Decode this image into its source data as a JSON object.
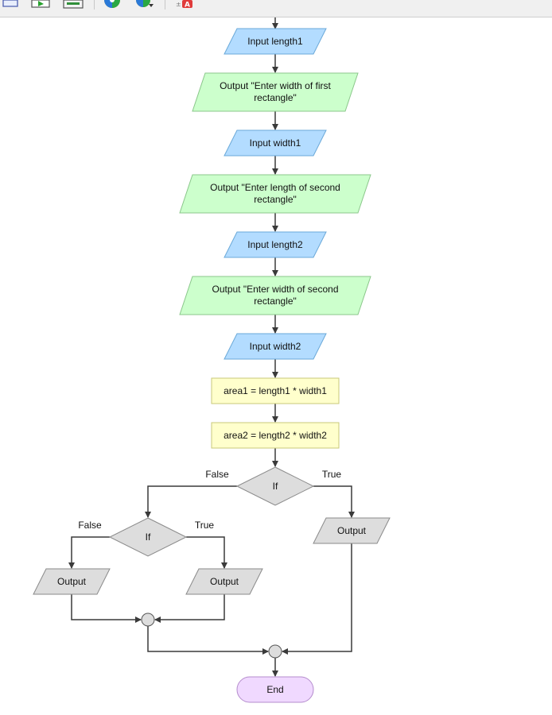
{
  "toolbar": {
    "buttons": [
      {
        "icon": "shape-icon"
      },
      {
        "icon": "run-icon"
      },
      {
        "icon": "print-icon"
      },
      {
        "icon": "color-wheel-icon"
      },
      {
        "icon": "color-picker-icon"
      },
      {
        "icon": "text-font-icon",
        "glyph": "A"
      }
    ]
  },
  "colors": {
    "input_fill": "#b3dcff",
    "input_stroke": "#6aa8d8",
    "output_fill": "#ccffcc",
    "output_stroke": "#8bc78b",
    "process_fill": "#ffffcc",
    "process_stroke": "#c8c87a",
    "decision_fill": "#dddddd",
    "decision_stroke": "#8a8a8a",
    "end_fill": "#f0d9ff",
    "end_stroke": "#b48ccc",
    "edge": "#3a3a3a"
  },
  "flowchart": {
    "nodes": {
      "input_length1": {
        "text": "Input length1"
      },
      "output_width1": {
        "line1": "Output \"Enter width of first",
        "line2": "rectangle\""
      },
      "input_width1": {
        "text": "Input width1"
      },
      "output_length2": {
        "line1": "Output \"Enter length of second",
        "line2": "rectangle\""
      },
      "input_length2": {
        "text": "Input length2"
      },
      "output_width2": {
        "line1": "Output \"Enter width of second",
        "line2": "rectangle\""
      },
      "input_width2": {
        "text": "Input width2"
      },
      "assign_area1": {
        "text": "area1 = length1 * width1"
      },
      "assign_area2": {
        "text": "area2 = length2 * width2"
      },
      "if_outer": {
        "text": "If"
      },
      "if_inner": {
        "text": "If"
      },
      "output_true_outer": {
        "text": "Output"
      },
      "output_false_inner": {
        "text": "Output"
      },
      "output_true_inner": {
        "text": "Output"
      },
      "end": {
        "text": "End"
      }
    },
    "labels": {
      "outer_false": "False",
      "outer_true": "True",
      "inner_false": "False",
      "inner_true": "True"
    }
  }
}
